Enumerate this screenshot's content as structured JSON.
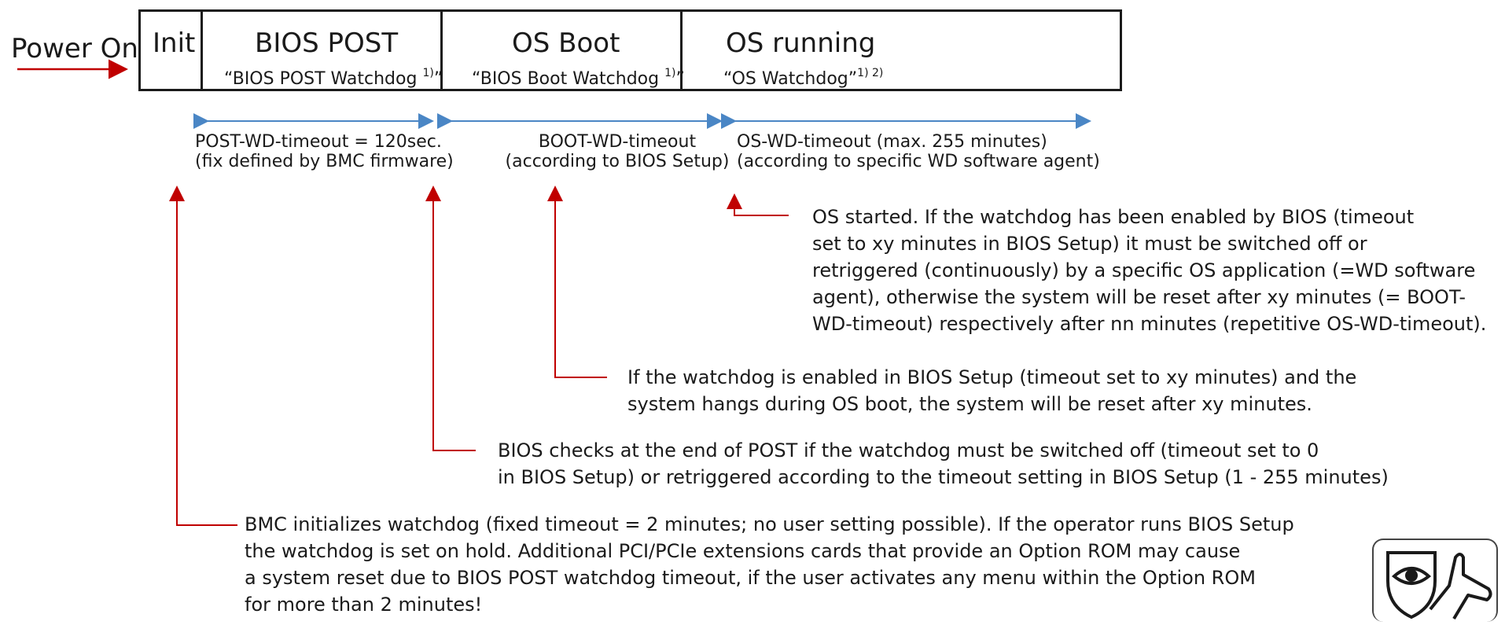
{
  "start_label": "Power On",
  "phases": [
    {
      "title": "Init",
      "subtitle": "",
      "superscript": ""
    },
    {
      "title": "BIOS POST",
      "subtitle": "“BIOS POST Watchdog",
      "superscript": "1)",
      "close_quote": "”"
    },
    {
      "title": "OS Boot",
      "subtitle": "“BIOS Boot Watchdog",
      "superscript": "1)",
      "close_quote": "”"
    },
    {
      "title": "OS running",
      "subtitle": "“OS Watchdog”",
      "superscript": "1) 2)",
      "close_quote": ""
    }
  ],
  "timeouts": [
    {
      "line1": "POST-WD-timeout = 120sec.",
      "line2": "(fix defined by BMC firmware)"
    },
    {
      "line1": "BOOT-WD-timeout",
      "line2": "(according to BIOS Setup)"
    },
    {
      "line1": "OS-WD-timeout (max. 255 minutes)",
      "line2": "(according to specific WD software agent)"
    }
  ],
  "notes": {
    "os_started": [
      "OS started. If the watchdog has been enabled by BIOS (timeout",
      "set to xy minutes in BIOS Setup) it must be switched off or",
      "retriggered (continuously) by a specific OS application (=WD software",
      "agent), otherwise the system will be reset after xy minutes (= BOOT-",
      "WD-timeout) respectively after nn minutes (repetitive OS-WD-timeout)."
    ],
    "os_boot": [
      "If the watchdog is enabled in BIOS Setup (timeout set to xy minutes) and the",
      "system hangs during OS boot, the system will be reset after xy minutes."
    ],
    "bios_post_end": [
      "BIOS checks at the end of POST if the watchdog must be switched off (timeout set to 0",
      "in BIOS Setup) or retriggered according to the timeout setting in BIOS Setup (1 - 255 minutes)"
    ],
    "bmc_init": [
      "BMC initializes watchdog (fixed timeout = 2 minutes; no user setting possible). If the operator runs BIOS Setup",
      "the watchdog is set on hold. Additional PCI/PCIe extensions cards that provide an Option ROM may cause",
      "a system reset due to BIOS POST watchdog timeout, if the user activates any menu within the Option ROM",
      "for more than 2 minutes!"
    ]
  },
  "colors": {
    "red_arrow": "#c00000",
    "blue_arrow": "#4a86c5",
    "box_border": "#1a1a1a"
  },
  "icon": "eye-shield-hand-icon"
}
